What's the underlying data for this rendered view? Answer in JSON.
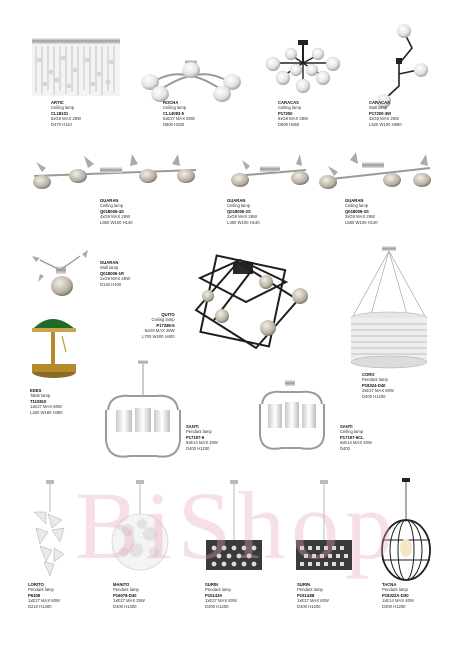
{
  "watermark": "BiShop",
  "products": [
    {
      "name": "ARTIC",
      "type": "Ceiling lamp",
      "code": "CL18101",
      "spec": "5xG9 MAX 28W",
      "dims": "D470 H110"
    },
    {
      "name": "ROCHA",
      "type": "Ceiling lamp",
      "code": "CL14083-5",
      "spec": "5xE27 MAX 60W",
      "dims": "D800 H330"
    },
    {
      "name": "CARACAS",
      "type": "Ceiling lamp",
      "code": "P17200",
      "spec": "9xG9 MAX 28W",
      "dims": "D600 H650"
    },
    {
      "name": "CARACAS",
      "type": "Wall lamp",
      "code": "P17200-3W",
      "spec": "3xG9 MAX 28W",
      "dims": "L520 W100 H650"
    },
    {
      "name": "GUARAN",
      "type": "Ceiling lamp",
      "code": "Q018006-4S",
      "spec": "4xG9 MAX 28W",
      "dims": "L860 W100 H140"
    },
    {
      "name": "GUARAN",
      "type": "Ceiling lamp",
      "code": "Q018006-2S",
      "spec": "2xG9 MAX 28W",
      "dims": "L380 W100 H140"
    },
    {
      "name": "GUARAN",
      "type": "Ceiling lamp",
      "code": "Q018006-3S",
      "spec": "3xG9 MAX 28W",
      "dims": "L580 W100 H140"
    },
    {
      "name": "GUARAN",
      "type": "Wall lamp",
      "code": "Q018006-1R",
      "spec": "1xG9 MAX 28W",
      "dims": "D140 H100"
    },
    {
      "name": "QUITO",
      "type": "Ceiling lamp",
      "code": "P17286-5",
      "spec": "5xG9 MAX 28W",
      "dims": "L700 W400 H400"
    },
    {
      "name": "CORO",
      "type": "Pendant lamp",
      "code": "P18324-D40",
      "spec": "3xE27 MAX 60W",
      "dims": "D400 H1200"
    },
    {
      "name": "EDES",
      "type": "Table lamp",
      "code": "T110810",
      "spec": "1xE27 MAX 60W",
      "dims": "L260 W180 H380"
    },
    {
      "name": "SANTI",
      "type": "Pendant lamp",
      "code": "P17197-6",
      "spec": "6xE14 MAX 40W",
      "dims": "D400 H1200"
    },
    {
      "name": "SANTI",
      "type": "Ceiling lamp",
      "code": "P17197-6CL",
      "spec": "6xE14 MAX 40W",
      "dims": "D400"
    },
    {
      "name": "LORITO",
      "type": "Pendant lamp",
      "code": "P6308",
      "spec": "1xE27 MAX 60W",
      "dims": "D210 H1300"
    },
    {
      "name": "MANITO",
      "type": "Pendant lamp",
      "code": "P16078-D40",
      "spec": "1xE27 MAX 25W",
      "dims": "D400 H1400"
    },
    {
      "name": "SURIN",
      "type": "Pendant lamp",
      "code": "P15143A",
      "spec": "1xE27 MAX 60W",
      "dims": "D400 H1200"
    },
    {
      "name": "SURIN",
      "type": "Pendant lamp",
      "code": "P15143B",
      "spec": "1xE27 MAX 60W",
      "dims": "D400 H1200"
    },
    {
      "name": "TACNA",
      "type": "Pendant lamp",
      "code": "P18322A-D30",
      "spec": "1xE14 MAX 40W",
      "dims": "D300 H1200"
    }
  ]
}
